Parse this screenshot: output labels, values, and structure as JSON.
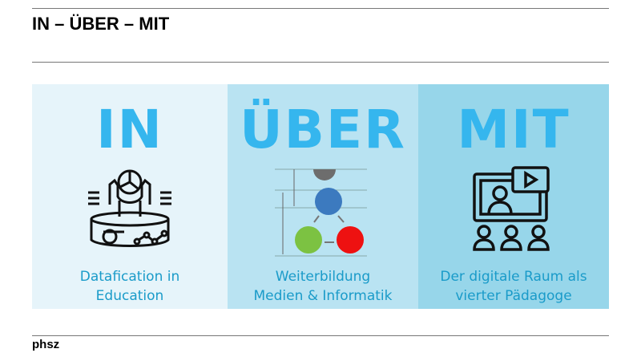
{
  "slide": {
    "title": "IN – ÜBER – MIT",
    "footer": "phsz"
  },
  "panels": [
    {
      "heading": "IN",
      "caption_lines": [
        "Datafication in",
        "Education"
      ],
      "icon": "person-data-icon",
      "bg": "#e6f4fa"
    },
    {
      "heading": "ÜBER",
      "caption_lines": [
        "Weiterbildung",
        "Medien & Informatik"
      ],
      "icon": "competence-diagram",
      "bg": "#b9e3f2"
    },
    {
      "heading": "MIT",
      "caption_lines": [
        "Der digitale Raum als",
        "vierter Pädagoge"
      ],
      "icon": "video-conference-icon",
      "bg": "#97d6ea"
    }
  ],
  "colors": {
    "heading": "#35b6ee",
    "caption": "#1a9bc9"
  }
}
